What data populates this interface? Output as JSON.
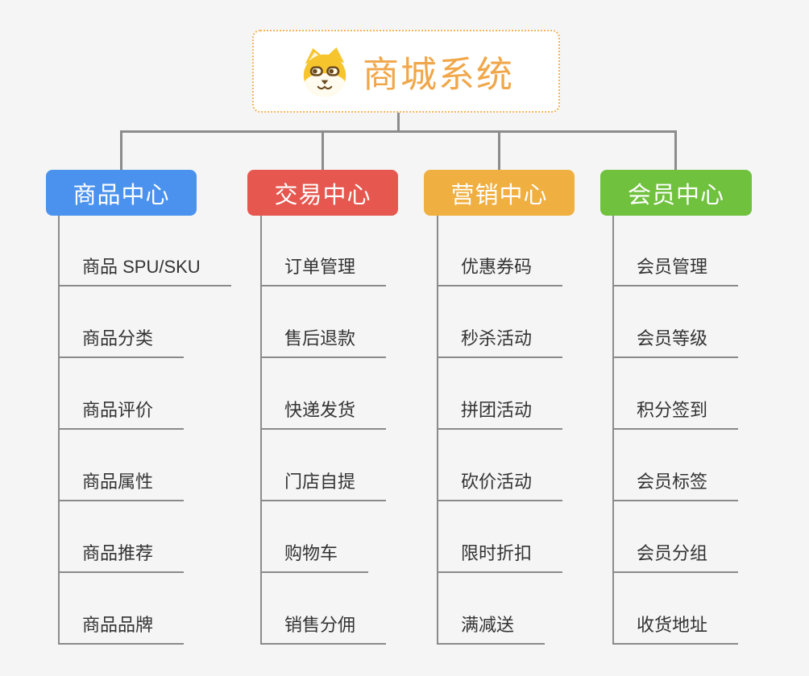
{
  "canvas": {
    "background": "#F5F5F5"
  },
  "root": {
    "title": "商城系统",
    "icon": "dog-face-icon",
    "text_color": "#F0A74A",
    "border_color": "#F4B45C",
    "fill": "#FFFFFF"
  },
  "connector_color": "#8C8C8C",
  "leaf_text_color": "#333333",
  "branches": [
    {
      "label": "商品中心",
      "color": "#4B92EE",
      "children": [
        "商品 SPU/SKU",
        "商品分类",
        "商品评价",
        "商品属性",
        "商品推荐",
        "商品品牌"
      ]
    },
    {
      "label": "交易中心",
      "color": "#E5574F",
      "children": [
        "订单管理",
        "售后退款",
        "快递发货",
        "门店自提",
        "购物车",
        "销售分佣"
      ]
    },
    {
      "label": "营销中心",
      "color": "#EFAF41",
      "children": [
        "优惠券码",
        "秒杀活动",
        "拼团活动",
        "砍价活动",
        "限时折扣",
        "满减送"
      ]
    },
    {
      "label": "会员中心",
      "color": "#6FC13E",
      "children": [
        "会员管理",
        "会员等级",
        "积分签到",
        "会员标签",
        "会员分组",
        "收货地址"
      ]
    }
  ]
}
